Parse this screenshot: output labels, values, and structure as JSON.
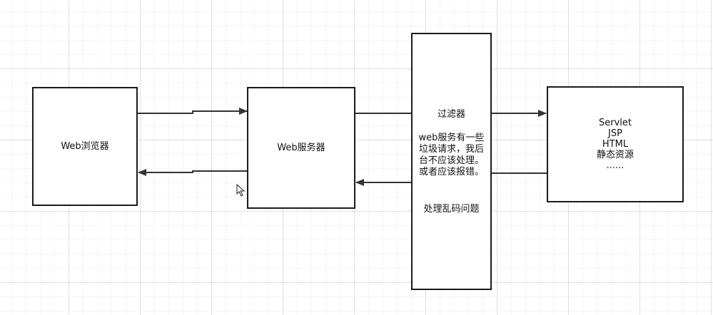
{
  "diagram": {
    "browser": {
      "label": "Web浏览器"
    },
    "server": {
      "label": "Web服务器"
    },
    "filter": {
      "title": "过滤器",
      "description_lines": [
        "web服务有一些",
        "垃圾请求，我后",
        "台不应该处理。",
        "或者应该报错。"
      ],
      "note": "处理乱码问题"
    },
    "resources": {
      "lines": [
        "Servlet",
        "JSP",
        "HTML",
        "静态资源",
        "......"
      ]
    },
    "edges": [
      {
        "from": "browser",
        "to": "server",
        "direction": "request"
      },
      {
        "from": "server",
        "to": "browser",
        "direction": "response"
      },
      {
        "from": "server",
        "to": "resources",
        "direction": "request",
        "via": "filter"
      },
      {
        "from": "resources",
        "to": "server",
        "direction": "response",
        "via": "filter"
      }
    ],
    "colors": {
      "stroke": "#1a1a1a",
      "arrow": "#333333",
      "background": "#ffffff"
    }
  }
}
